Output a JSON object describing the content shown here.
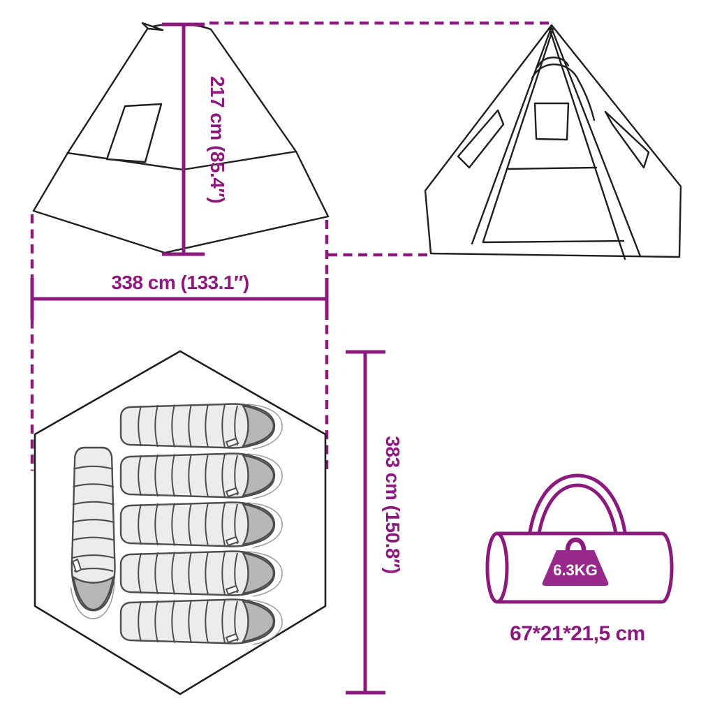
{
  "colors": {
    "accent": "#8B1A7D",
    "weight_fill": "#97298D",
    "drawing_outline": "#1F1F1F",
    "sleeping_bag_fill": "#ECECEC",
    "sleeping_bag_head": "#B7B7B7"
  },
  "dimension_labels": {
    "height": "217 cm (85.4″)",
    "width": "338 cm (133.1″)",
    "depth": "383 cm (150.8″)"
  },
  "carry_bag": {
    "weight": "6.3KG",
    "dimensions": "67*21*21,5 cm"
  },
  "floor_plan": {
    "sleeping_bags": 6
  }
}
